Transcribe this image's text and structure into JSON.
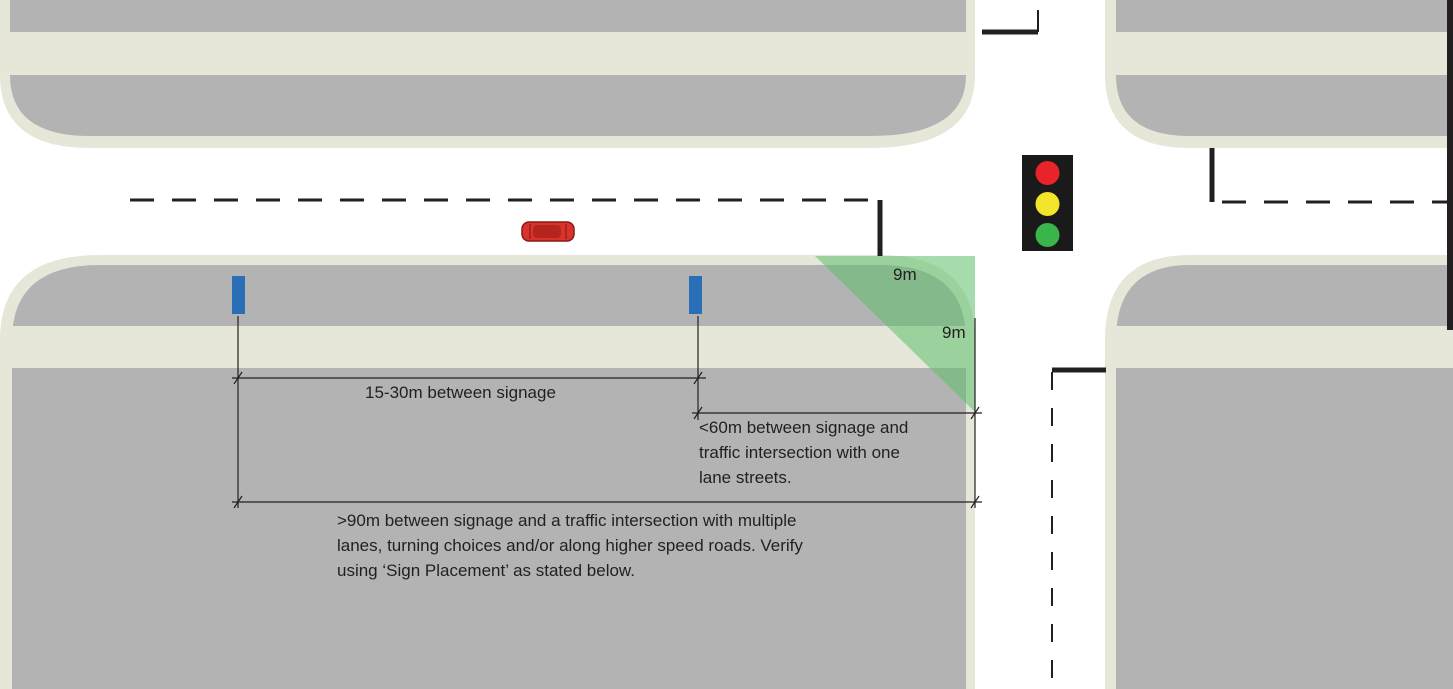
{
  "labels": {
    "corner_horizontal": "9m",
    "corner_vertical": "9m",
    "between_signage": "15-30m between signage",
    "one_lane": {
      "line1": "<60m between signage and",
      "line2": "traffic intersection with one",
      "line3": "lane streets."
    },
    "multi_lane": {
      "line1": ">90m between signage and a traffic intersection with multiple",
      "line2": "lanes, turning choices and/or along higher speed roads. Verify",
      "line3": "using ‘Sign Placement’ as stated below."
    }
  },
  "traffic_light": {
    "lamps": [
      "red",
      "yellow",
      "green"
    ],
    "colors": {
      "red": "#e8232a",
      "yellow": "#f2e52a",
      "green": "#3ab54a",
      "housing": "#1a1a1a"
    }
  },
  "colors": {
    "block_fill": "#b3b3b3",
    "block_border": "#e6e6d9",
    "sidewalk": "#e6e6d9",
    "sign": "#2a6eb8",
    "sight_triangle": "#5cc06a",
    "road_lines": "#231f20",
    "car": "#d9342b"
  },
  "icons": {
    "car": "car-icon",
    "sign": "sign-post-icon",
    "traffic_light": "traffic-light-icon"
  }
}
